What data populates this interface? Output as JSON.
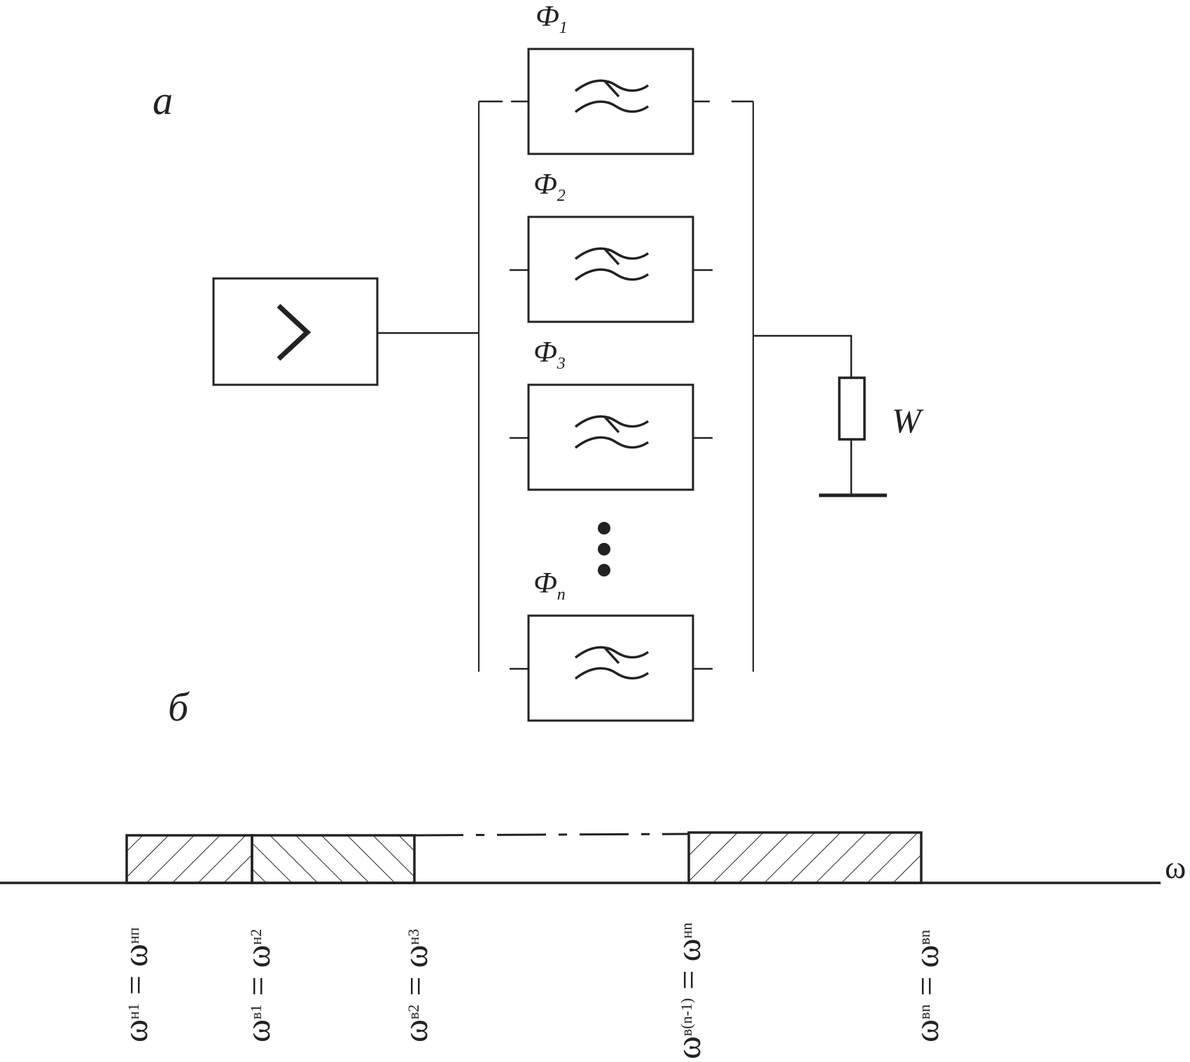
{
  "part_a": {
    "label": "a",
    "filters": [
      {
        "symbol": "Ф",
        "index": "1"
      },
      {
        "symbol": "Ф",
        "index": "2"
      },
      {
        "symbol": "Ф",
        "index": "3"
      },
      {
        "symbol": "Ф",
        "index": "n"
      }
    ],
    "load_label": "W"
  },
  "part_b": {
    "label": "б",
    "axis_label": "ω",
    "markers": [
      {
        "left": "ω",
        "left_sub": "н1",
        "eq": "=",
        "right": "ω",
        "right_sub": "нп"
      },
      {
        "left": "ω",
        "left_sub": "в1",
        "eq": "=",
        "right": "ω",
        "right_sub": "н2"
      },
      {
        "left": "ω",
        "left_sub": "в2",
        "eq": "=",
        "right": "ω",
        "right_sub": "н3"
      },
      {
        "left": "ω",
        "left_sub": "в(n-1)",
        "eq": "=",
        "right": "ω",
        "right_sub": "нn"
      },
      {
        "left": "ω",
        "left_sub": "вn",
        "eq": "=",
        "right": "ω",
        "right_sub": "вn"
      }
    ]
  }
}
